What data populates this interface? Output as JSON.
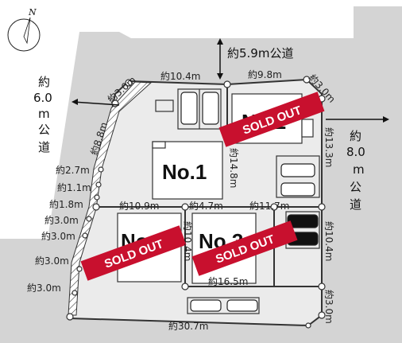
{
  "compass": {
    "label": "N"
  },
  "roads": {
    "north": "約5.9m公道",
    "west": [
      "約",
      "6.0",
      "m",
      "公",
      "道"
    ],
    "east": [
      "約",
      "8.0",
      "m",
      "公",
      "道"
    ]
  },
  "lots": [
    {
      "label": "No.1",
      "sold": false
    },
    {
      "label": "No.2",
      "sold": true
    },
    {
      "label": "No.3",
      "sold": true
    },
    {
      "label": "No.4",
      "sold": true
    }
  ],
  "sold_out_text": "SOLD OUT",
  "dimensions": {
    "top_left": "約10.4m",
    "top_right": "約9.8m",
    "corner_nw": "約3.0m",
    "corner_ne": "約3.0m",
    "west_diag": "約8.8m",
    "w1": "約2.7m",
    "w2": "約1.1m",
    "w3": "約1.8m",
    "w4": "約3.0m",
    "w5": "約3.0m",
    "w6": "約3.0m",
    "w7": "約3.0m",
    "mid1": "約10.9m",
    "mid2": "約4.7m",
    "mid3": "約11.7m",
    "v_center": "約14.8m",
    "v_east_upper": "約13.3m",
    "v_lot3": "約10.4m",
    "v_east_lower": "約10.4m",
    "lot3_bottom": "約16.5m",
    "corner_se": "約3.0m",
    "bottom": "約30.7m"
  },
  "colors": {
    "road": "#d4d4d4",
    "site": "#ebebeb",
    "sold_band": "#c8102e",
    "border": "#333333"
  }
}
